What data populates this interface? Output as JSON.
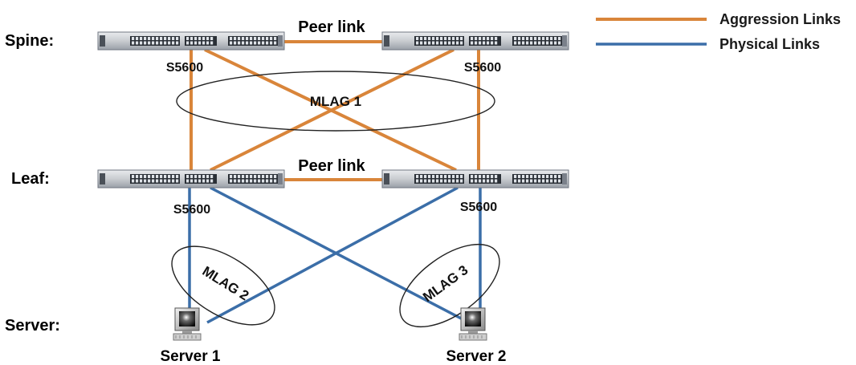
{
  "colors": {
    "aggression": "#d9853a",
    "physical": "#3b6ea8",
    "switch_body": "#c9ccd0",
    "switch_edge": "#6f7680"
  },
  "legend": {
    "aggression_label": "Aggression Links",
    "physical_label": "Physical Links"
  },
  "tiers": {
    "spine": "Spine:",
    "leaf": "Leaf:",
    "server": "Server:"
  },
  "spine": {
    "peer_link": "Peer  link",
    "left_model": "S5600",
    "right_model": "S5600"
  },
  "leaf": {
    "peer_link": "Peer  link",
    "left_model": "S5600",
    "right_model": "S5600"
  },
  "mlag": {
    "m1": "MLAG 1",
    "m2": "MLAG 2",
    "m3": "MLAG 3"
  },
  "servers": {
    "s1": "Server 1",
    "s2": "Server 2"
  },
  "icons": {
    "switch": "switch-icon",
    "server": "server-computer-icon"
  }
}
